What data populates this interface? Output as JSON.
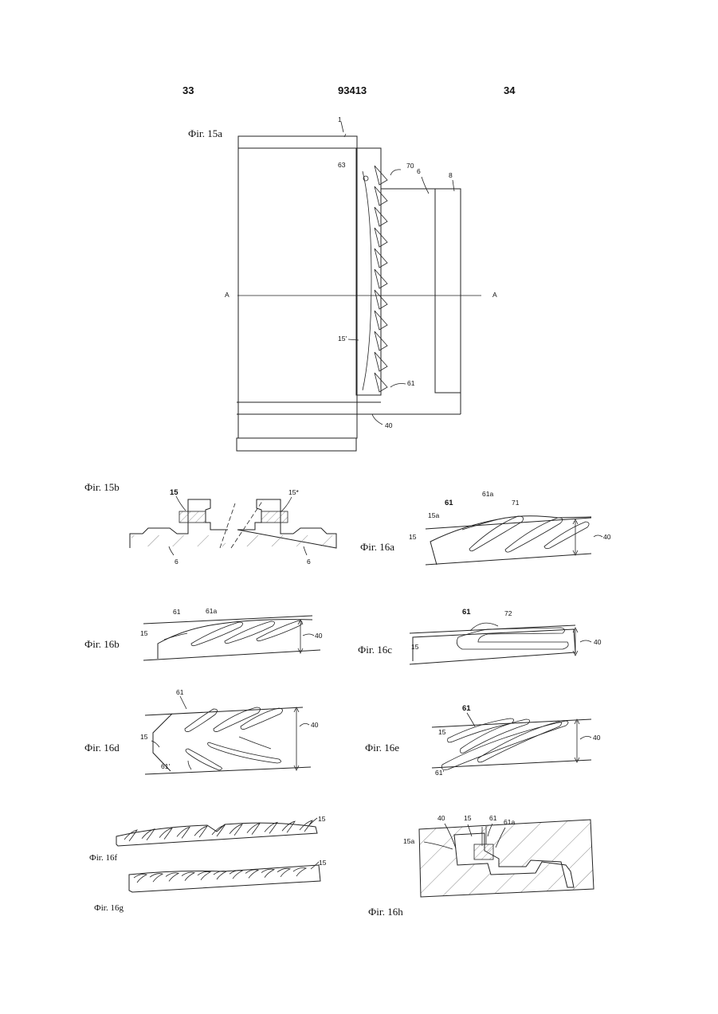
{
  "header": {
    "left_page": "33",
    "center_number": "93413",
    "right_page": "34"
  },
  "figures": {
    "f15a": {
      "caption": "Фіг. 15a",
      "labels": [
        "1",
        "63",
        "70",
        "6",
        "8",
        "A",
        "A",
        "15'",
        "61",
        "40"
      ]
    },
    "f15b": {
      "caption": "Фіг. 15b",
      "labels": [
        "15",
        "15*",
        "6",
        "6"
      ]
    },
    "f16a": {
      "caption": "Фіг. 16a",
      "labels": [
        "61",
        "61a",
        "71",
        "15a",
        "15",
        "40"
      ]
    },
    "f16b": {
      "caption": "Фіг. 16b",
      "labels": [
        "61",
        "61a",
        "15",
        "40"
      ]
    },
    "f16c": {
      "caption": "Фіг. 16c",
      "labels": [
        "61",
        "72",
        "15",
        "40"
      ]
    },
    "f16d": {
      "caption": "Фіг. 16d",
      "labels": [
        "61",
        "15",
        "61'",
        "40"
      ]
    },
    "f16e": {
      "caption": "Фіг. 16e",
      "labels": [
        "61",
        "15",
        "61'",
        "40"
      ]
    },
    "f16f": {
      "caption": "Фіг. 16f",
      "labels": [
        "15"
      ]
    },
    "f16g": {
      "caption": "Фіг. 16g",
      "labels": [
        "15"
      ]
    },
    "f16h": {
      "caption": "Фіг. 16h",
      "labels": [
        "40",
        "15",
        "61",
        "61a",
        "15a"
      ]
    }
  }
}
